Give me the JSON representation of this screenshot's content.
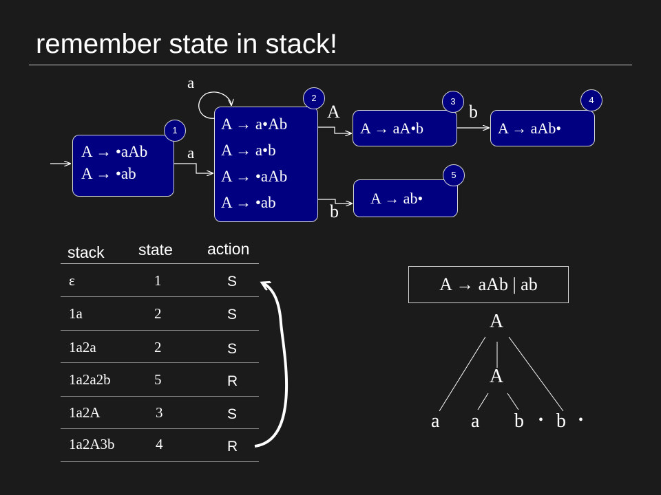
{
  "title": "remember state in stack!",
  "automaton": {
    "states": [
      {
        "badge": "1",
        "items": [
          "A → •aAb",
          "A → •ab"
        ]
      },
      {
        "badge": "2",
        "items": [
          "A → a•Ab",
          "A → a•b",
          "A → •aAb",
          "A → •ab"
        ]
      },
      {
        "badge": "3",
        "items": [
          "A → aA•b"
        ]
      },
      {
        "badge": "4",
        "items": [
          "A → aAb•"
        ]
      },
      {
        "badge": "5",
        "items": [
          "A → ab•"
        ]
      }
    ],
    "edges": {
      "s1_s2": "a",
      "s2_loop": "a",
      "s2_s3": "A",
      "s3_s4": "b",
      "s2_s5": "b"
    }
  },
  "table": {
    "headers": {
      "stack": "stack",
      "state": "state",
      "action": "action"
    },
    "rows": [
      {
        "stack": "ε",
        "state": "1",
        "action": "S"
      },
      {
        "stack": "1a",
        "state": "2",
        "action": "S"
      },
      {
        "stack": "1a2a",
        "state": "2",
        "action": "S"
      },
      {
        "stack": "1a2a2b",
        "state": "5",
        "action": "R"
      },
      {
        "stack": "1a2A",
        "state": "3",
        "action": "S"
      },
      {
        "stack": "1a2A3b",
        "state": "4",
        "action": "R"
      }
    ]
  },
  "grammar": "A → aAb | ab",
  "parse_tree": {
    "root": "A",
    "child": "A",
    "leaves": [
      "a",
      "a",
      "b",
      "b"
    ],
    "dot": "•"
  },
  "colors": {
    "background": "#1b1b1b",
    "state_fill": "#000080",
    "text": "#ffffff"
  }
}
